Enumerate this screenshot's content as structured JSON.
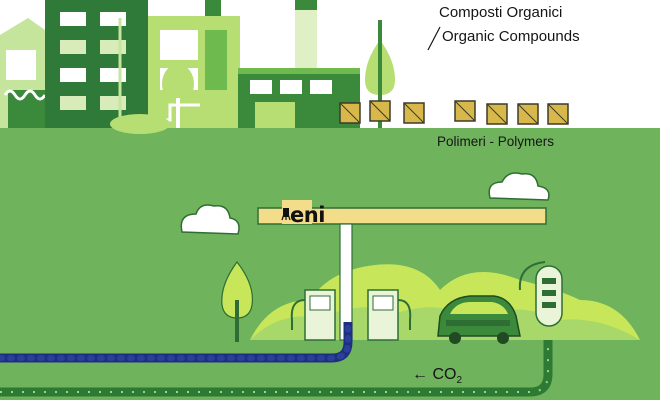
{
  "labels": {
    "compounds_it": "Composti Organici",
    "compounds_en": "Organic Compounds",
    "polymers": "Polimeri - Polymers",
    "co2_arrow": "←",
    "co2_text": "CO",
    "co2_sub": "2",
    "brand": "eni"
  },
  "colors": {
    "ground": "#6fb45c",
    "sky": "#ffffff",
    "dark_green": "#2e6e34",
    "mid_green": "#52a344",
    "light_green": "#a8d86a",
    "lime": "#c8e65a",
    "pale": "#eaf4d8",
    "crate": "#d8b84a",
    "canopy_yellow": "#f3dd8a",
    "pipe_blue": "#2a3f9a",
    "pipe_green": "#3d9b44"
  },
  "icons": [
    "factory",
    "tree",
    "crate",
    "cloud",
    "fuel-pump",
    "car",
    "tank",
    "pipe",
    "eni-six-legged-dog-logo"
  ]
}
